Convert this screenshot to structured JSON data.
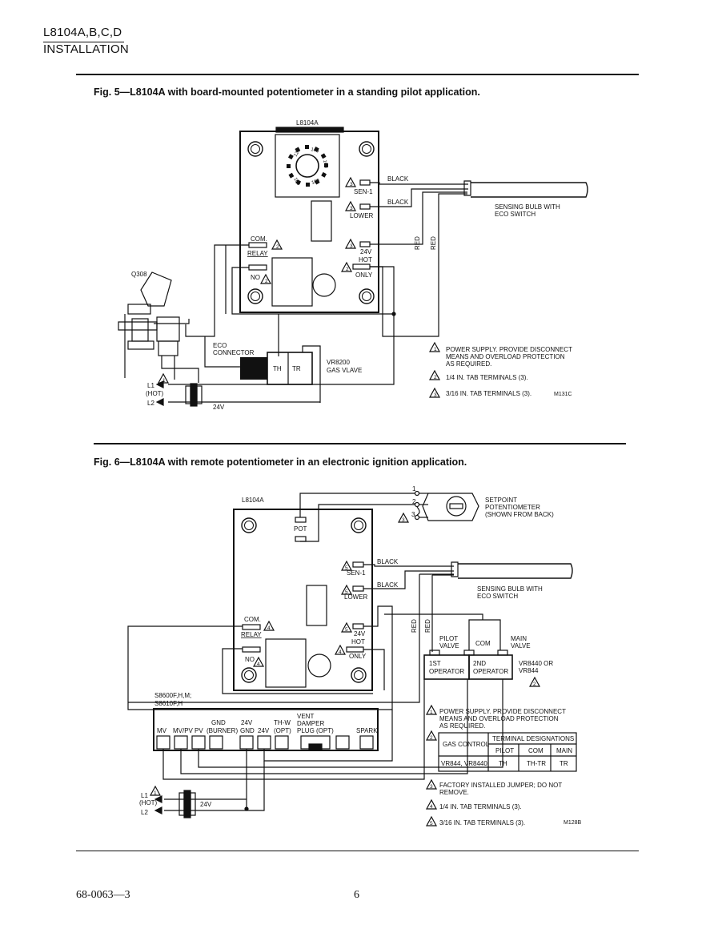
{
  "header": {
    "model": "L8104A,B,C,D",
    "section": "INSTALLATION"
  },
  "fig5": {
    "caption": "Fig. 5—L8104A with board-mounted potentiometer in a standing pilot application.",
    "board_label": "L8104A",
    "dial_ticks": [
      "120",
      "140",
      "100",
      "160",
      "180",
      "100"
    ],
    "terms": {
      "sen1": "SEN-1",
      "lower": "LOWER",
      "v24": "24V",
      "hot": "HOT",
      "only": "ONLY",
      "com": "COM.",
      "relay": "RELAY",
      "no": "NO"
    },
    "wires": {
      "black1": "BLACK",
      "black2": "BLACK",
      "red1": "RED",
      "red2": "RED"
    },
    "bulb": [
      "SENSING BULB WITH",
      "ECO SWITCH"
    ],
    "pilot": "Q308",
    "eco": [
      "ECO",
      "CONNECTOR"
    ],
    "valve": {
      "th": "TH",
      "tr": "TR",
      "name": [
        "VR8200",
        "GAS VLAVE"
      ]
    },
    "supply": {
      "l1": "L1",
      "hot": "(HOT)",
      "l2": "L2",
      "v": "24V"
    },
    "notes": [
      [
        "POWER SUPPLY.  PROVIDE DISCONNECT",
        "MEANS AND OVERLOAD PROTECTION",
        "AS REQUIRED."
      ],
      [
        "1/4 IN. TAB TERMINALS (3)."
      ],
      [
        "3/16 IN. TAB TERMINALS (3)."
      ]
    ],
    "code": "M131C"
  },
  "fig6": {
    "caption": "Fig. 6—L8104A with remote potentiometer in an electronic ignition application.",
    "board_label": "L8104A",
    "pot": "POT",
    "pins": [
      "1",
      "2",
      "3"
    ],
    "setpoint": [
      "SETPOINT",
      "POTENTIOMETER",
      "(SHOWN FROM BACK)"
    ],
    "terms": {
      "sen1": "SEN-1",
      "lower": "LOWER",
      "v24": "24V",
      "hot": "HOT",
      "only": "ONLY",
      "com": "COM.",
      "relay": "RELAY",
      "no": "NO"
    },
    "wires": {
      "black1": "BLACK",
      "black2": "BLACK",
      "red1": "RED",
      "red2": "RED"
    },
    "bulb": [
      "SENSING BULB WITH",
      "ECO SWITCH"
    ],
    "valve": {
      "pilot": [
        "PILOT",
        "VALVE"
      ],
      "com": "COM",
      "main": [
        "MAIN",
        "VALVE"
      ],
      "op1": [
        "1ST",
        "OPERATOR"
      ],
      "op2": [
        "2ND",
        "OPERATOR"
      ],
      "model": [
        "VR8440 OR",
        "VR844"
      ]
    },
    "module": {
      "name": [
        "S8600F,H,M;",
        "S8610F,H"
      ],
      "cols": [
        {
          "lines": [
            "MV"
          ]
        },
        {
          "lines": [
            "MV/PV"
          ]
        },
        {
          "lines": [
            "PV"
          ]
        },
        {
          "lines": [
            "GND",
            "(BURNER)"
          ]
        },
        {
          "lines": [
            "24V",
            "GND"
          ]
        },
        {
          "lines": [
            "24V"
          ]
        },
        {
          "lines": [
            "TH-W",
            "(OPT)"
          ]
        },
        {
          "lines": [
            "VENT",
            "DAMPER",
            "PLUG (OPT)"
          ]
        },
        {
          "lines": [
            "SPARK"
          ]
        }
      ]
    },
    "supply": {
      "l1": "L1",
      "hot": "(HOT)",
      "l2": "L2",
      "v": "24V"
    },
    "notes": {
      "n1": [
        "POWER SUPPLY.  PROVIDE DISCONNECT",
        "MEANS AND OVERLOAD PROTECTION",
        "AS REQUIRED."
      ],
      "n3": [
        "FACTORY INSTALLED JUMPER; DO NOT",
        "REMOVE."
      ],
      "n4": "1/4 IN. TAB TERMINALS (3).",
      "n5": "3/16 IN. TAB TERMINALS (3)."
    },
    "table": {
      "title": "TERMINAL DESIGNATIONS",
      "row_header": "GAS CONTROL",
      "cols": [
        "PILOT",
        "COM",
        "MAIN"
      ],
      "rows": [
        {
          "label": "VR844, VR8440",
          "values": [
            "TH",
            "TH-TR",
            "TR"
          ]
        }
      ]
    },
    "code": "M128B"
  },
  "footer": {
    "doc": "68-0063—3",
    "page": "6"
  }
}
